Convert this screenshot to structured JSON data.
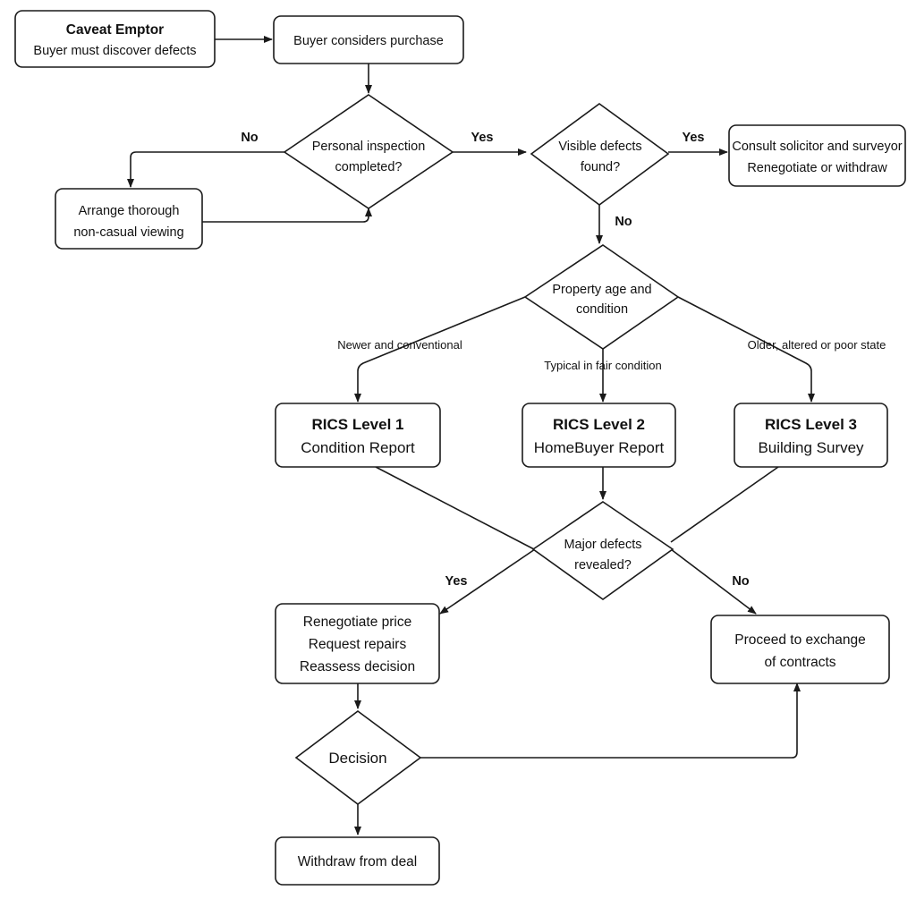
{
  "nodes": {
    "caveat": {
      "title": "Caveat Emptor",
      "line2": "Buyer must discover defects"
    },
    "considers": {
      "line1": "Buyer considers purchase"
    },
    "inspection": {
      "line1": "Personal inspection",
      "line2": "completed?"
    },
    "arrange": {
      "line1": "Arrange thorough",
      "line2": "non-casual viewing"
    },
    "visible": {
      "line1": "Visible defects",
      "line2": "found?"
    },
    "consult": {
      "line1": "Consult solicitor and surveyor",
      "line2": "Renegotiate or withdraw"
    },
    "age": {
      "line1": "Property age and",
      "line2": "condition"
    },
    "rics1": {
      "line1": "RICS Level 1",
      "line2": "Condition Report"
    },
    "rics2": {
      "line1": "RICS Level 2",
      "line2": "HomeBuyer Report"
    },
    "rics3": {
      "line1": "RICS Level 3",
      "line2": "Building Survey"
    },
    "major": {
      "line1": "Major defects",
      "line2": "revealed?"
    },
    "renegotiate": {
      "line1": "Renegotiate price",
      "line2": "Request repairs",
      "line3": "Reassess decision"
    },
    "proceed": {
      "line1": "Proceed to exchange",
      "line2": "of contracts"
    },
    "decision": {
      "line1": "Decision"
    },
    "withdraw": {
      "line1": "Withdraw from deal"
    }
  },
  "edge_labels": {
    "inspection_no": "No",
    "inspection_yes": "Yes",
    "visible_yes": "Yes",
    "visible_no": "No",
    "age_newer": "Newer and conventional",
    "age_typical": "Typical in fair condition",
    "age_older": "Older, altered or poor state",
    "major_yes": "Yes",
    "major_no": "No"
  }
}
